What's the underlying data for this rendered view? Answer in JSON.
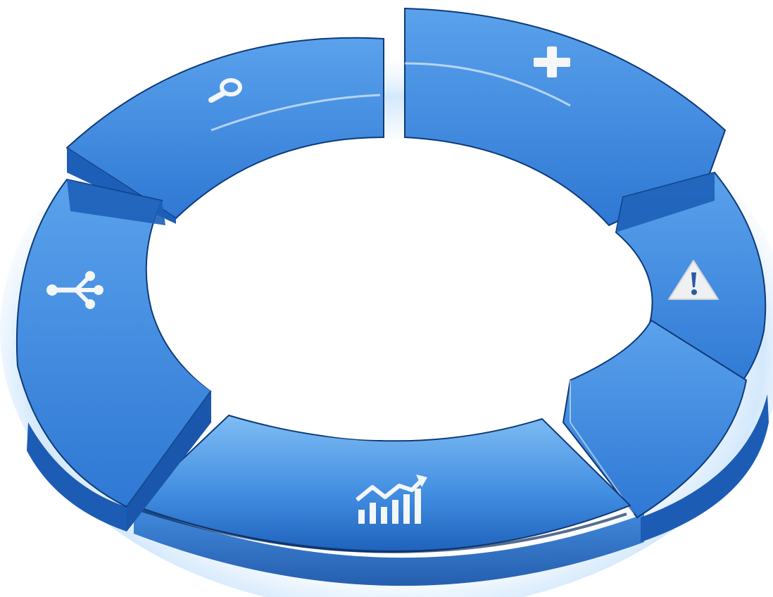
{
  "diagram": {
    "type": "ring-cycle",
    "segment_count": 6,
    "colors": {
      "segment_top": "#3f8be0",
      "segment_top_light": "#6fb0f2",
      "segment_side": "#1d5fb8",
      "segment_edge": "#0e3a78",
      "icon": "#f4f6f8",
      "glow": "#c9e2fb"
    },
    "segments": [
      {
        "name": "search-segment",
        "icon": "magnifier-icon"
      },
      {
        "name": "add-segment",
        "icon": "plus-icon"
      },
      {
        "name": "warning-segment",
        "icon": "warning-triangle-icon"
      },
      {
        "name": "growth-segment",
        "icon": "rising-chart-icon"
      },
      {
        "name": "network-segment",
        "icon": "usb-network-icon"
      },
      {
        "name": "right-lower-segment",
        "icon": ""
      }
    ]
  }
}
